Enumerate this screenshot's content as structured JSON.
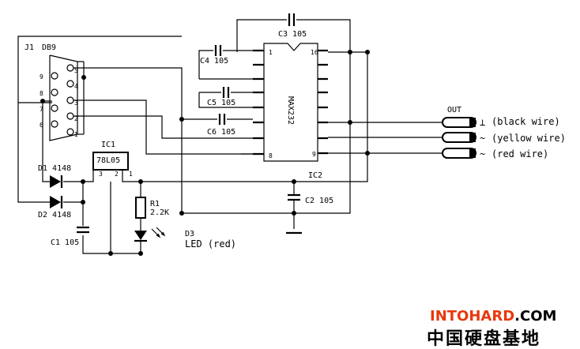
{
  "connector": {
    "ref": "J1",
    "type": "DB9",
    "pins": [
      "5",
      "9",
      "4",
      "8",
      "3",
      "7",
      "2",
      "6",
      "1"
    ]
  },
  "ic": {
    "name": "MAX232",
    "ref": "IC2",
    "pins": {
      "p1": "1",
      "p8": "8",
      "p9": "9",
      "p16": "16"
    }
  },
  "regulator": {
    "ref": "IC1",
    "part": "78L05",
    "pins": [
      "3",
      "2",
      "1"
    ]
  },
  "capacitors": {
    "c1": "C1 105",
    "c2": "C2 105",
    "c3": "C3 105",
    "c4": "C4 105",
    "c5": "C5 105",
    "c6": "C6 105"
  },
  "diodes": {
    "d1": "D1 4148",
    "d2": "D2 4148"
  },
  "resistor": {
    "ref": "R1",
    "value": "2.2K"
  },
  "led": {
    "ref": "D3",
    "desc": "LED (red)"
  },
  "output": {
    "label": "OUT",
    "wires": [
      {
        "symbol": "⊥",
        "text": "(black wire)"
      },
      {
        "symbol": "~",
        "text": "(yellow wire)"
      },
      {
        "symbol": "~",
        "text": "(red wire)"
      }
    ]
  },
  "brand": {
    "part1": "INTOHARD",
    "part2": ".COM",
    "cn": "中国硬盘基地"
  },
  "colors": {
    "brand_red": "#e8380d",
    "brand_black": "#000000",
    "ink": "#000000"
  }
}
